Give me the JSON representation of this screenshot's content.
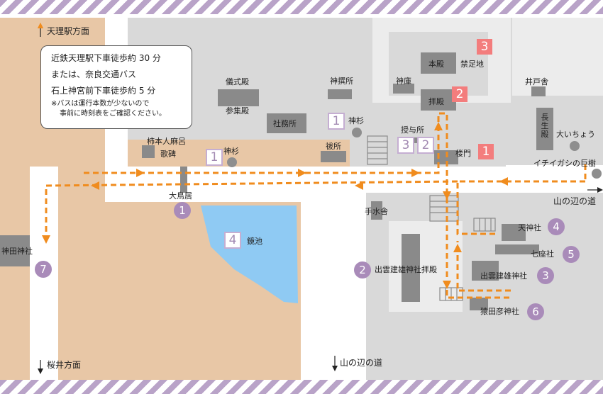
{
  "directions": {
    "north": "天理駅方面",
    "south": "桜井方面",
    "bottom_path": "山の辺の道",
    "east_path": "山の辺の道"
  },
  "access_info": {
    "line1": "近鉄天理駅下車徒歩約 30 分",
    "line2": "または、奈良交通バス",
    "line3": "石上神宮前下車徒歩約 5 分",
    "note1": "※バスは運行本数が少ないので",
    "note2": "事前に時刻表をご確認ください。"
  },
  "buildings": {
    "gishikiden": "儀式殿",
    "sanshuden": "参集殿",
    "shamusho": "社務所",
    "shinsensho": "神撰所",
    "shinko": "神庫",
    "honden": "本殿",
    "kinsokuchi": "禁足地",
    "haiden": "拝殿",
    "juyosho": "授与所",
    "haraisho": "祓所",
    "romon": "楼門",
    "idoya": "井戸舎",
    "chozuya": "手水舎",
    "kashiwa_hitomaro": "柿本人麻呂",
    "kahi": "歌碑",
    "otorii": "大鳥居",
    "kagamiike": "鏡池",
    "shinsugi_a": "神杉",
    "shinsugi_b": "神杉",
    "choseiden": "長生殿",
    "oicho": "大いちょう",
    "ichiigashi": "イチイガシの巨樹",
    "tenjinsha": "天神社",
    "nanazasha": "七座社",
    "izumotakeo": "出雲建雄神社",
    "izumotakeo_haiden": "出雲建雄神社拝殿",
    "sarutahiko": "猿田彦神社",
    "kandajinja": "神田神社"
  },
  "numbers": {
    "pink": [
      "1",
      "2",
      "3"
    ],
    "outline": [
      "1",
      "1",
      "2",
      "3",
      "4"
    ],
    "circles": [
      "1",
      "2",
      "3",
      "4",
      "5",
      "6",
      "7"
    ]
  },
  "colors": {
    "route": "#f08c1e",
    "pink_marker": "#f37d7d",
    "purple_marker": "#a98bb9",
    "stripe": "#b9a3c8",
    "pond": "#8fcaf3",
    "sand": "#e8c7a6",
    "grounds": "#d9d9d9",
    "building": "#8a8a8a"
  }
}
